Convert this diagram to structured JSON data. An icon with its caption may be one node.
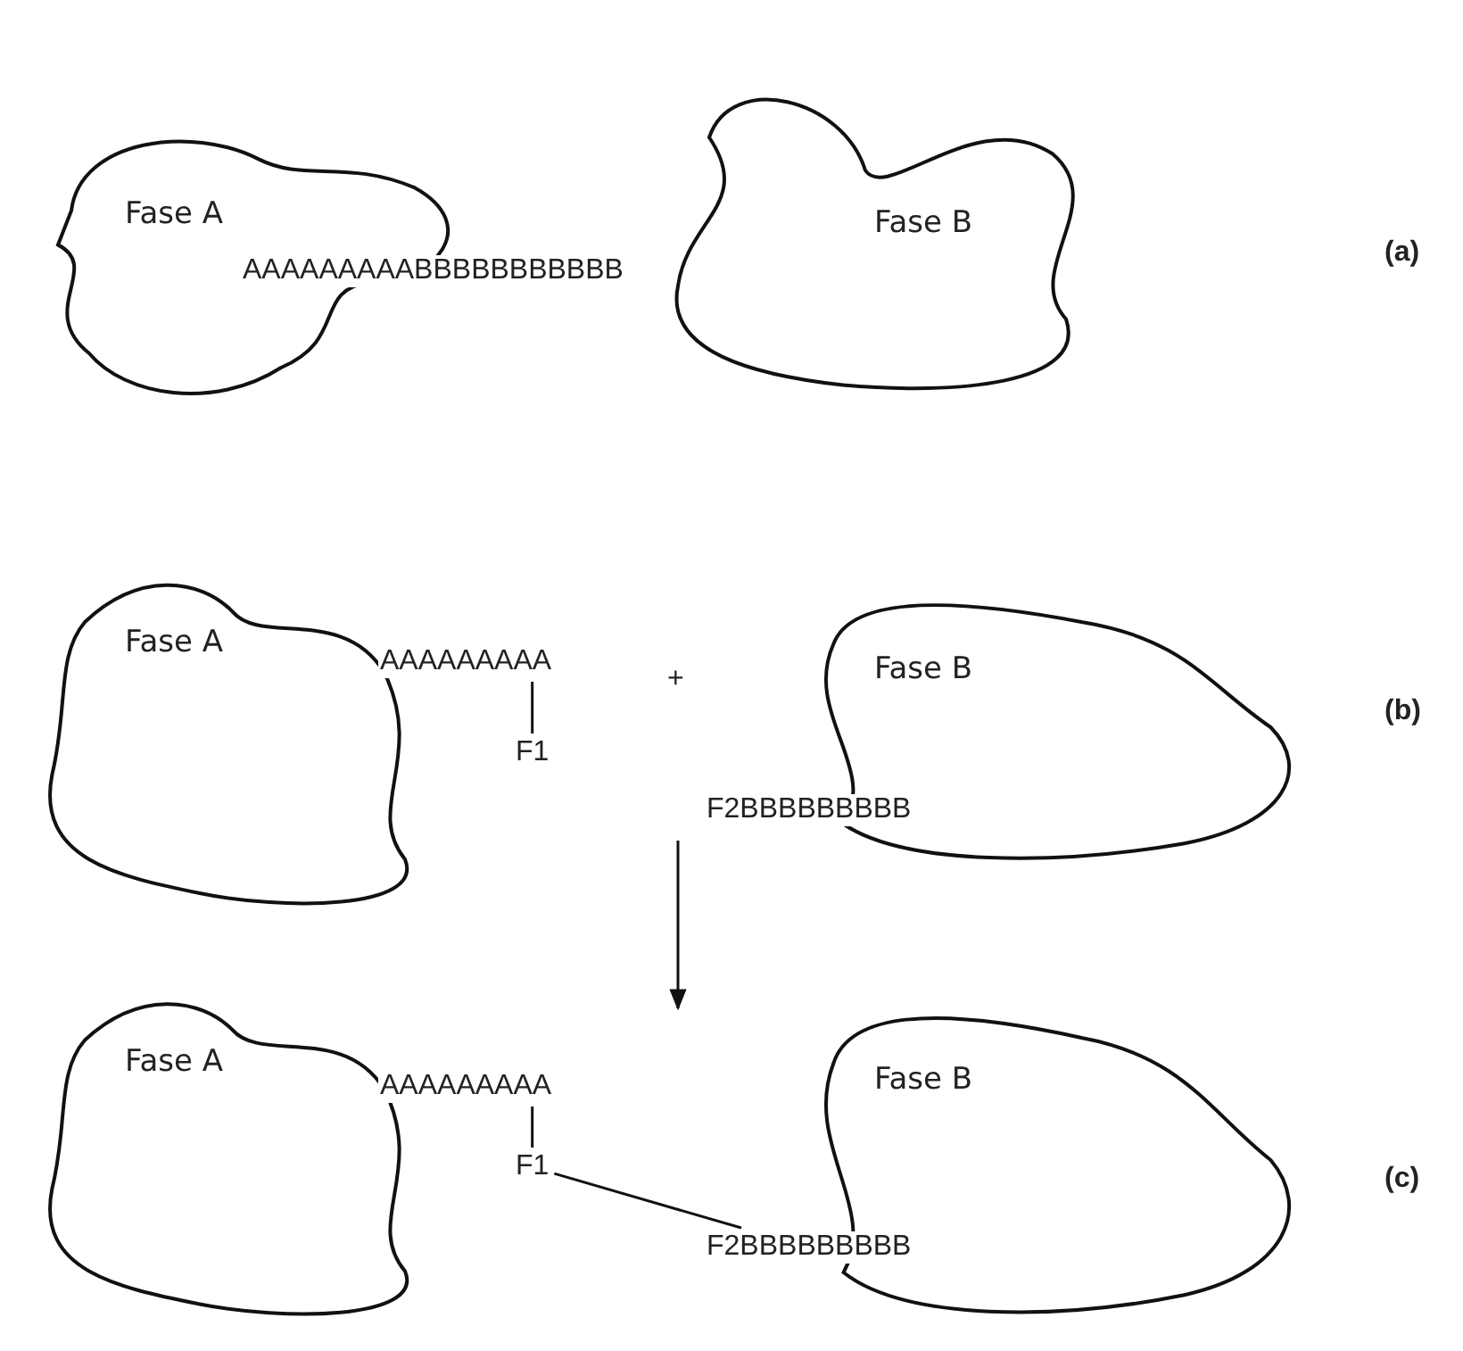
{
  "diagram": {
    "nodes": [
      {
        "text": [
          "Fase A"
        ]
      },
      {
        "text": [
          "Fase B"
        ]
      },
      {
        "text": [
          "Fase A"
        ]
      },
      {
        "text": [
          "AAAAAAAAA"
        ]
      },
      {
        "text": [
          "F1"
        ]
      },
      {
        "text": [
          "Fase B"
        ]
      },
      {
        "text": [
          "F2BBBBBBBBB"
        ]
      },
      {
        "text": [
          "Fase A"
        ]
      },
      {
        "text": [
          "AAAAAAAAA"
        ]
      },
      {
        "text": [
          "F1"
        ]
      },
      {
        "text": [
          "Fase B"
        ]
      },
      {
        "text": [
          "F2BBBBBBBBB"
        ]
      }
    ],
    "edges": [
      {
        "from": 3,
        "to": 4,
        "arrow": "none"
      },
      {
        "from": 6,
        "to": null,
        "arrow": "to"
      },
      {
        "from": 8,
        "to": 9,
        "arrow": "none"
      },
      {
        "from": 9,
        "to": 11,
        "arrow": "none"
      }
    ],
    "labels": [
      "AAAAAAAAABBBBBBBBBBB",
      "(a)",
      "+",
      "(b)",
      "(c)"
    ]
  }
}
